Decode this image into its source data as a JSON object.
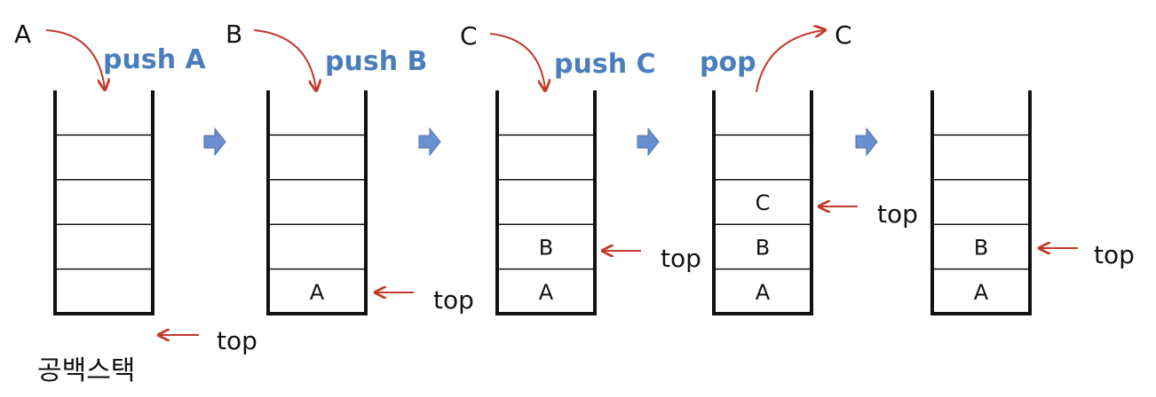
{
  "colors": {
    "accent_arrow": "#c0392b",
    "operation_text": "#4a7ebb",
    "step_arrow": "#6a8fd0",
    "stack_line": "#111111"
  },
  "empty_label": "공백스택",
  "top_label": "top",
  "stages": [
    {
      "element": "A",
      "operation": "push A",
      "contents": []
    },
    {
      "element": "B",
      "operation": "push B",
      "contents": [
        "A"
      ]
    },
    {
      "element": "C",
      "operation": "push C",
      "contents": [
        "A",
        "B"
      ]
    },
    {
      "element": "C",
      "operation": "pop",
      "contents": [
        "A",
        "B",
        "C"
      ]
    },
    {
      "contents": [
        "A",
        "B"
      ]
    }
  ]
}
